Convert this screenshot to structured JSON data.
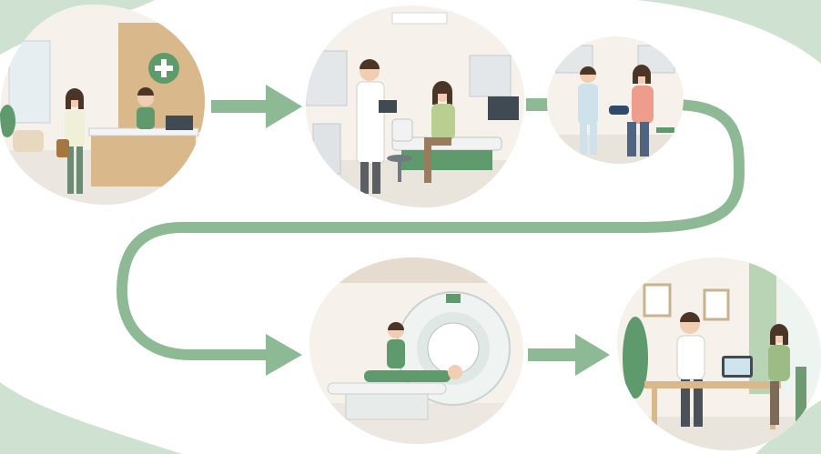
{
  "diagram": {
    "type": "process-flow",
    "steps": [
      {
        "id": "reception",
        "icon": "reception-desk-icon"
      },
      {
        "id": "consultation",
        "icon": "stethoscope-icon"
      },
      {
        "id": "blood-pressure",
        "icon": "blood-pressure-cuff-icon"
      },
      {
        "id": "mri-scan",
        "icon": "mri-scanner-icon"
      },
      {
        "id": "results-review",
        "icon": "tablet-report-icon"
      }
    ],
    "colors": {
      "arrow": "#8dba94",
      "accent": "#5e9a6c",
      "corner": "#cfe2d1",
      "skin": "#f1cdb1",
      "hair": "#4a3527",
      "wood": "#d9b88c",
      "wall": "#f6f1ea"
    }
  }
}
